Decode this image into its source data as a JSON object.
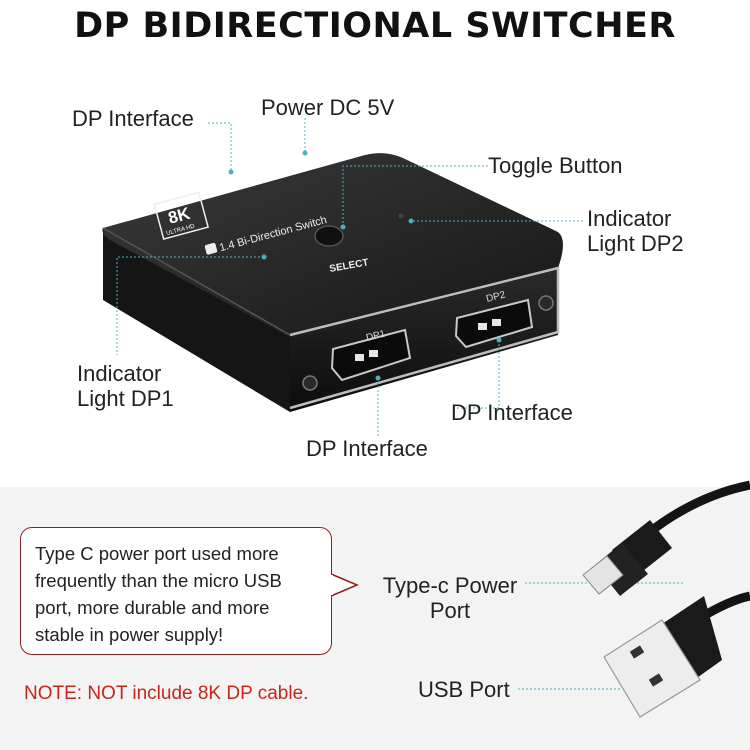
{
  "title": "DP BIDIRECTIONAL SWITCHER",
  "labels": {
    "dp_interface_top": "DP Interface",
    "power": "Power DC 5V",
    "toggle": "Toggle Button",
    "indicator_dp2_line1": "Indicator",
    "indicator_dp2_line2": "Light DP2",
    "indicator_dp1_line1": "Indicator",
    "indicator_dp1_line2": "Light DP1",
    "dp_interface_right": "DP Interface",
    "dp_interface_bottom": "DP Interface"
  },
  "device": {
    "badge_big": "8K",
    "badge_small": "ULTRA HD",
    "top_text": "1.4 Bi-Direction Switch",
    "select": "SELECT",
    "port1": "DP1",
    "port2": "DP2"
  },
  "callout": {
    "text": "Type C power port used more frequently than the micro USB port, more durable and more stable in power supply!"
  },
  "note": "NOTE: NOT include 8K DP cable.",
  "cable_labels": {
    "typec_line1": "Type-c Power",
    "typec_line2": "Port",
    "usb": "USB Port"
  },
  "colors": {
    "leader_line": "#4bb0c4",
    "note": "#c8261c",
    "callout_border": "#8f1f1f"
  }
}
